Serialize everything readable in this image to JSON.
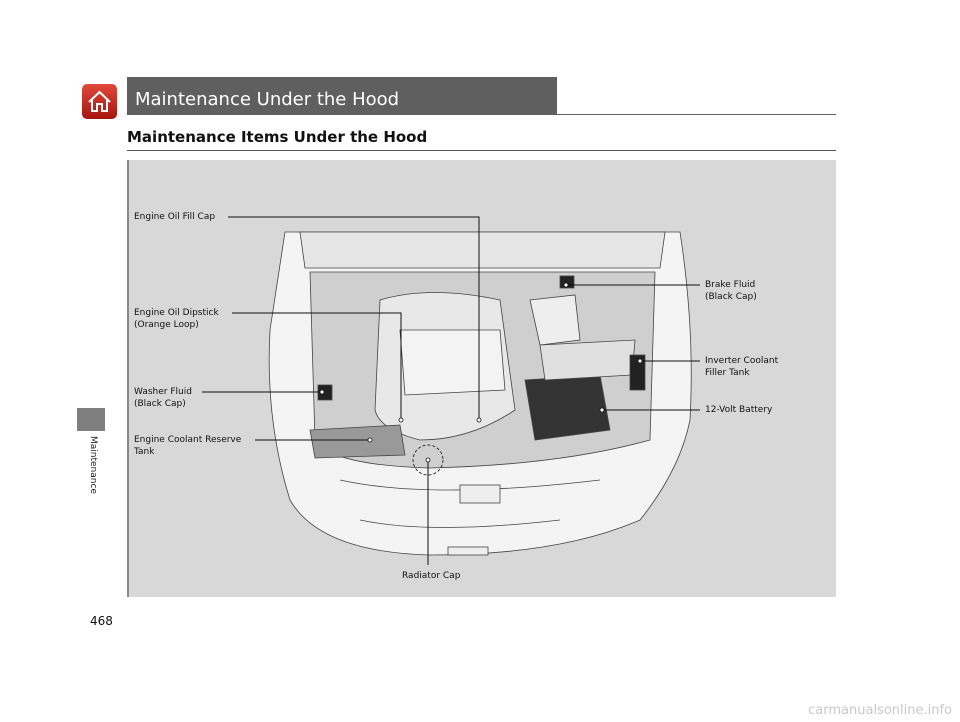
{
  "header": {
    "title": "Maintenance Under the Hood",
    "home_icon": "home-icon"
  },
  "section_title": "Maintenance Items Under the Hood",
  "side_tab": {
    "label": "Maintenance"
  },
  "page_number": "468",
  "figure": {
    "labels": {
      "oil_fill_cap": "Engine Oil Fill Cap",
      "oil_dipstick": "Engine Oil Dipstick\n(Orange Loop)",
      "washer_fluid": "Washer Fluid\n(Black Cap)",
      "coolant_reserve": "Engine Coolant Reserve\nTank",
      "radiator_cap": "Radiator Cap",
      "brake_fluid": "Brake Fluid\n(Black Cap)",
      "inverter_coolant": "Inverter Coolant\nFiller Tank",
      "battery": "12-Volt Battery"
    }
  },
  "watermark": "carmanualsonline.info"
}
